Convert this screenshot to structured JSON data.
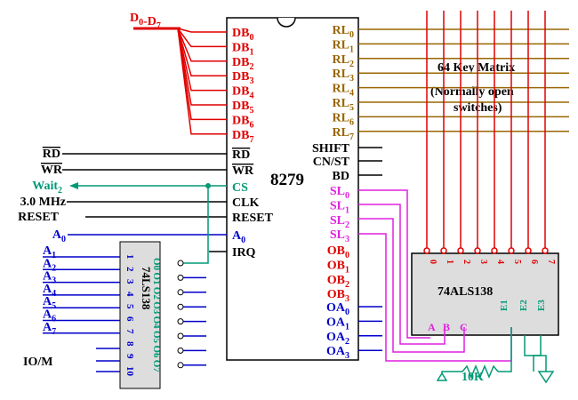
{
  "colors": {
    "red": "#e00000",
    "brown": "#996600",
    "teal": "#009977",
    "magenta": "#e020e0",
    "blue": "#0000cc",
    "black": "#000000",
    "gray": "#dddddd"
  },
  "chip_8279": {
    "name": "8279",
    "db_pins": [
      "DB0",
      "DB1",
      "DB2",
      "DB3",
      "DB4",
      "DB5",
      "DB6",
      "DB7"
    ],
    "rl_pins": [
      "RL0",
      "RL1",
      "RL2",
      "RL3",
      "RL4",
      "RL5",
      "RL6",
      "RL7"
    ],
    "left_pins": [
      "RD",
      "WR",
      "CS",
      "CLK",
      "RESET",
      "A0",
      "IRQ"
    ],
    "right_pins": [
      "SHIFT",
      "CN/ST",
      "BD"
    ],
    "sl_pins": [
      "SL0",
      "SL1",
      "SL2",
      "SL3"
    ],
    "ob_pins": [
      "OB0",
      "OB1",
      "OB2",
      "OB3"
    ],
    "oa_pins": [
      "OA0",
      "OA1",
      "OA2",
      "OA3"
    ]
  },
  "bus_label": {
    "prefix": "D",
    "first": "0",
    "sep": "-D",
    "last": "7"
  },
  "left_signals": [
    "RD",
    "WR",
    "Wait2",
    "3.0 MHz",
    "RESET",
    "A0"
  ],
  "address_lines": [
    "A1",
    "A2",
    "A3",
    "A4",
    "A5",
    "A6",
    "A7"
  ],
  "io_m": "IO/M",
  "chip_decoder": {
    "name": "74LS138",
    "inputs": [
      "1",
      "2",
      "3",
      "4",
      "5",
      "6",
      "7",
      "8",
      "9",
      "10"
    ],
    "outputs": [
      "O0",
      "O1",
      "O2",
      "O3",
      "O4",
      "O5",
      "O6",
      "O7"
    ]
  },
  "chip_74als138": {
    "name": "74ALS138",
    "outputs": [
      "0",
      "1",
      "2",
      "3",
      "4",
      "5",
      "6",
      "7"
    ],
    "inputs": [
      "A",
      "B",
      "C"
    ],
    "enables": [
      "E1",
      "E2",
      "E3"
    ]
  },
  "key_matrix": {
    "line1": "64 Key Matrix",
    "line2": "(Normally open",
    "line3": "switches)"
  },
  "resistor": "10K"
}
